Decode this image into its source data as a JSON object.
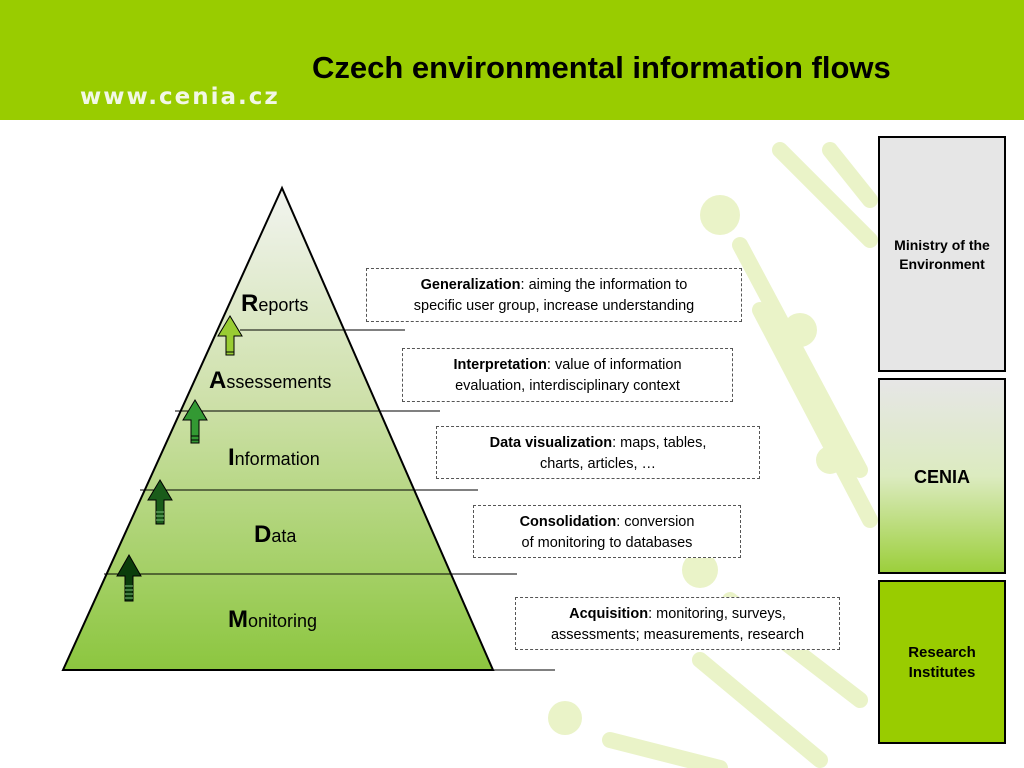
{
  "header": {
    "title": "Czech environmental information flows",
    "url": "www.cenia.cz"
  },
  "pyramid": {
    "levels": [
      {
        "cap": "R",
        "rest": "eports"
      },
      {
        "cap": "A",
        "rest": "ssessements"
      },
      {
        "cap": "I",
        "rest": "nformation"
      },
      {
        "cap": "D",
        "rest": "ata"
      },
      {
        "cap": "M",
        "rest": "onitoring"
      }
    ]
  },
  "notes": [
    {
      "term": "Generalization",
      "line1": ": aiming the information to",
      "line2": "specific user group, increase understanding"
    },
    {
      "term": "Interpretation",
      "line1": ": value of information",
      "line2": "evaluation, interdisciplinary context"
    },
    {
      "term": "Data visualization",
      "line1": ": maps, tables,",
      "line2": "charts, articles, …"
    },
    {
      "term": "Consolidation",
      "line1": ": conversion",
      "line2": "of monitoring to databases"
    },
    {
      "term": "Acquisition",
      "line1": ": monitoring, surveys,",
      "line2": "assessments; measurements, research"
    }
  ],
  "columns": {
    "ministry": {
      "line1": "Ministry of the",
      "line2": "Environment"
    },
    "cenia": {
      "label": "CENIA"
    },
    "research": {
      "line1": "Research",
      "line2": "Institutes"
    }
  },
  "colors": {
    "header_green": "#99cc00",
    "arrow_light": "#99cc33",
    "arrow_mid": "#339933",
    "arrow_dark": "#1a5c1a",
    "arrow_darkest": "#0b3d0b"
  }
}
